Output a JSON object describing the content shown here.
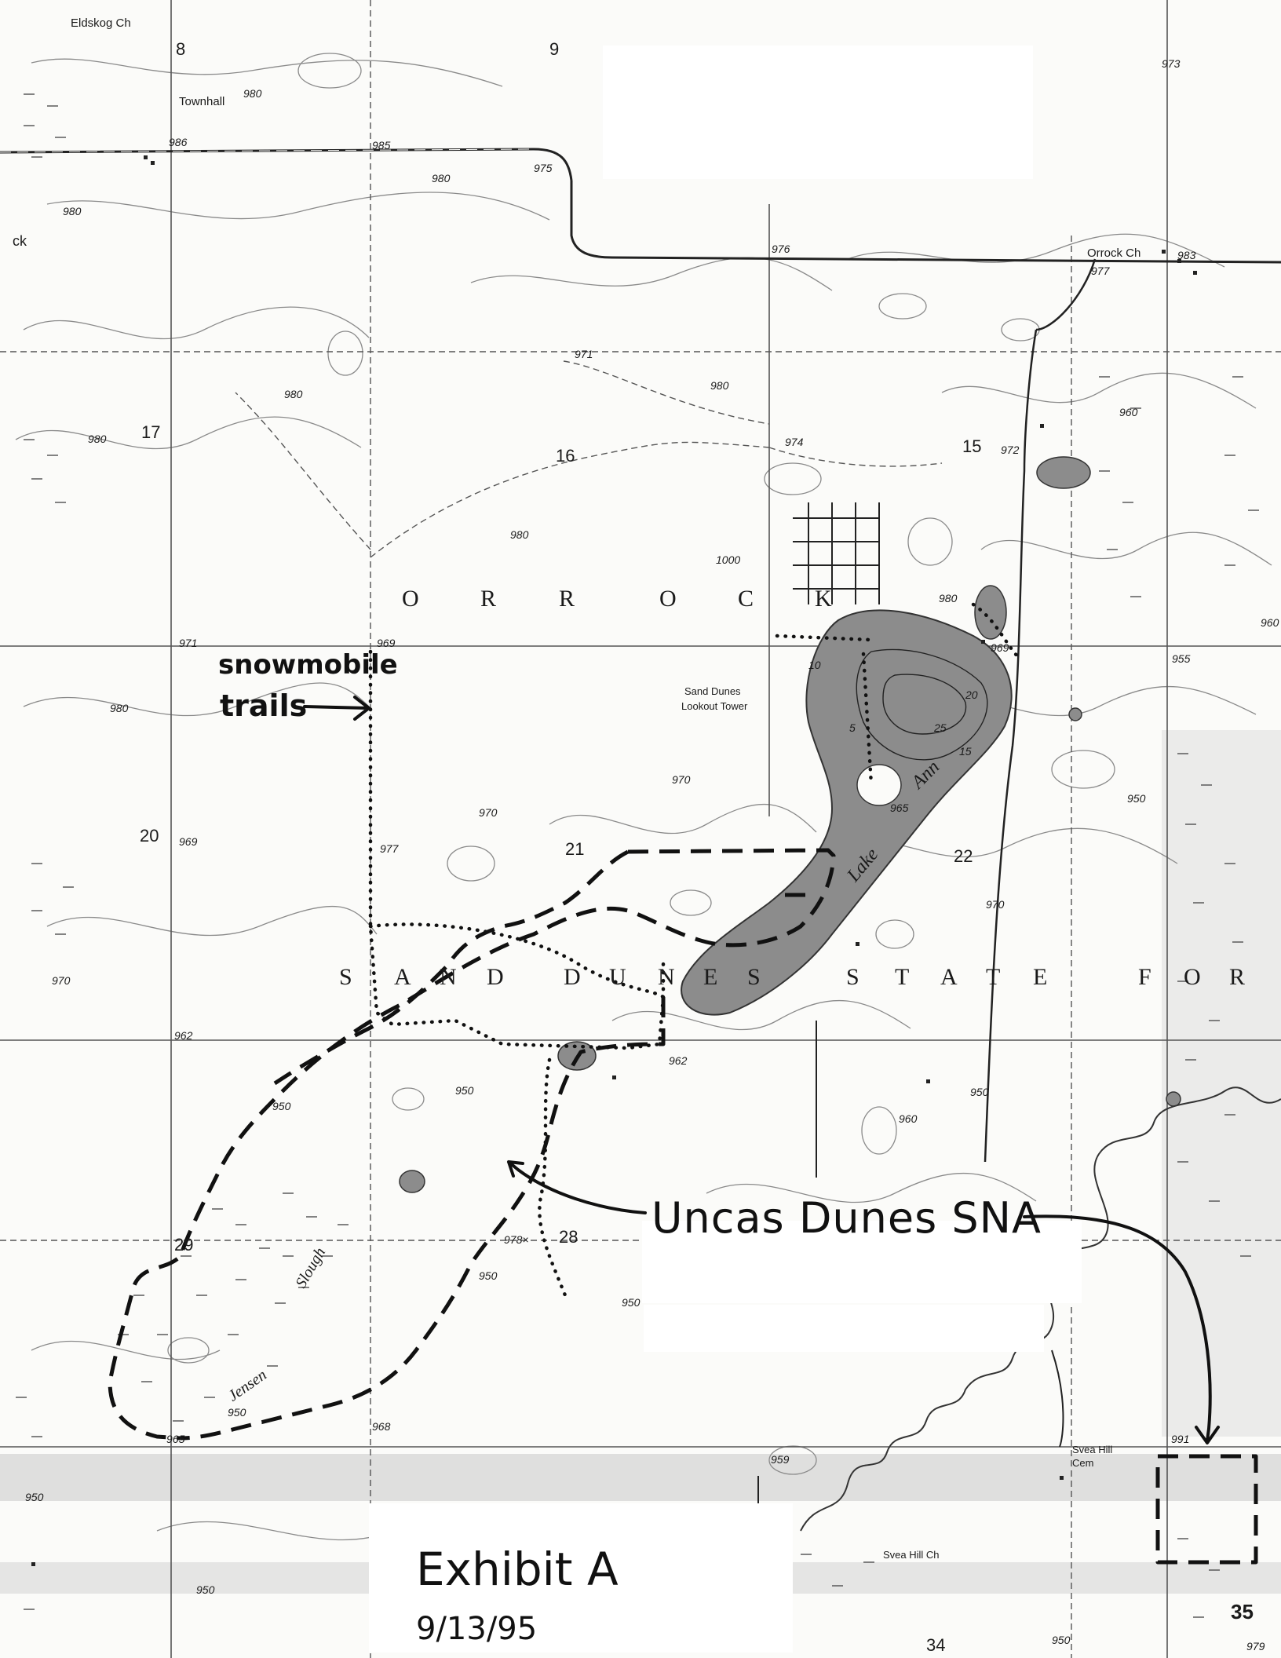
{
  "places": {
    "eldskog_ch": "Eldskog Ch",
    "townhall": "Townhall",
    "orrock_ch": "Orrock Ch",
    "sand_dunes_lookout_line1": "Sand Dunes",
    "sand_dunes_lookout_line2": "Lookout Tower",
    "svea_hill_cem_line1": "Svea Hill",
    "svea_hill_cem_line2": "Cem",
    "svea_hill_ch": "Svea Hill Ch",
    "left_edge_fragment": "ck"
  },
  "sections": {
    "s8": "8",
    "s9": "9",
    "s15": "15",
    "s16": "16",
    "s17": "17",
    "s20": "20",
    "s21": "21",
    "s22": "22",
    "s28": "28",
    "s29": "29",
    "s34": "34",
    "s35": "35"
  },
  "elevations": {
    "e973": "973",
    "e980a": "980",
    "e986": "986",
    "e985": "985",
    "e975": "975",
    "e980b": "980",
    "e980c": "980",
    "e976": "976",
    "e983": "983",
    "e977": "977",
    "e971a": "971",
    "e980d": "980",
    "e980e": "980",
    "e980f": "980",
    "e974": "974",
    "e972": "972",
    "e960a": "960",
    "e980g": "980",
    "e1000": "1000",
    "e980h": "980",
    "e971b": "971",
    "e969a": "969",
    "e969b": "969",
    "e955": "955",
    "e960b": "960",
    "e980i": "980",
    "e970a": "970",
    "e969c": "969",
    "e970b": "970",
    "e977b": "977",
    "e950a": "950",
    "e970c": "970",
    "e962a": "962",
    "e962b": "962",
    "e950b": "950",
    "e960c": "960",
    "e950c": "950",
    "e950d": "950",
    "e978": "978×",
    "e950e": "950",
    "e950f": "950",
    "e965": "965",
    "e968": "968",
    "e959": "959",
    "e991": "991",
    "e950g": "950",
    "e950h": "950",
    "e979": "979",
    "e965b": "965",
    "e10": "10",
    "e5": "5",
    "e25": "25",
    "e20": "20",
    "e15": "15"
  },
  "water": {
    "lake_word1": "Lake",
    "lake_word2": "Ann",
    "jensen_word1": "Jensen",
    "jensen_word2": "Slough"
  },
  "spaced_names": {
    "orrock_letters": [
      "O",
      "R",
      "R",
      "O",
      "C",
      "K"
    ],
    "sdsf_letters": [
      "S",
      "A",
      "N",
      "D",
      "D",
      "U",
      "N",
      "E",
      "S",
      "S",
      "T",
      "A",
      "T",
      "E",
      "F",
      "O",
      "R"
    ]
  },
  "annotations": {
    "snowmobile_line1": "snowmobile",
    "snowmobile_line2": "trails",
    "uncas_label": "Uncas Dunes SNA",
    "exhibit_label": "Exhibit A",
    "exhibit_date": "9/13/95"
  },
  "colors": {
    "ink": "#1a1a1a",
    "contour": "#8a8a8a",
    "water_fill": "#8c8c8c",
    "marsh": "#5a5a5a",
    "marker": "#111111"
  }
}
